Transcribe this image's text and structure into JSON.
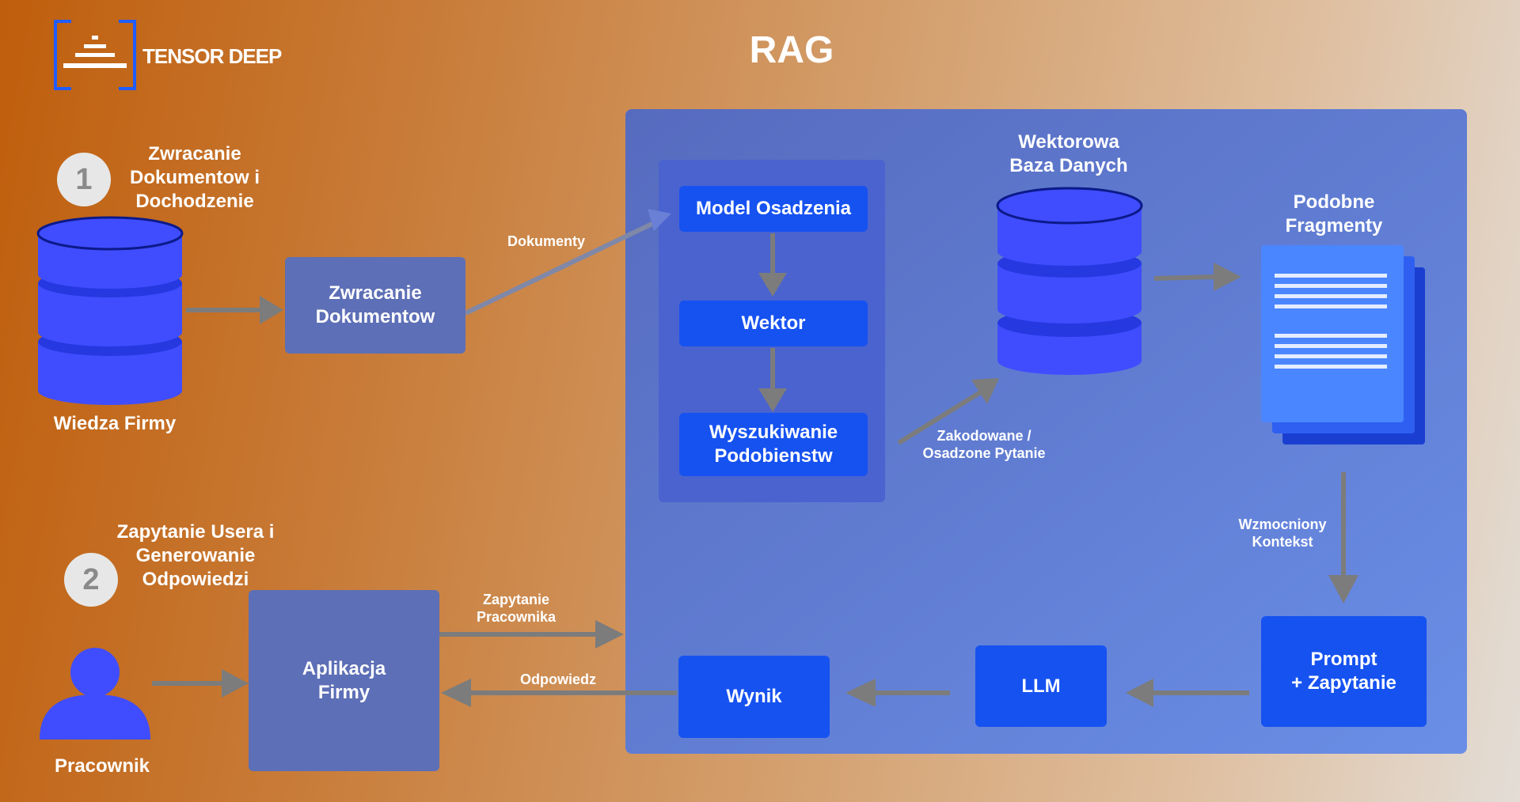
{
  "brand": {
    "name": "TENSOR DEEP"
  },
  "title": "RAG",
  "step1": {
    "number": "1",
    "lines": [
      "Zwracanie",
      "Dokumentow i",
      "Dochodzenie"
    ]
  },
  "step2": {
    "number": "2",
    "lines": [
      "Zapytanie Usera i",
      "Generowanie",
      "Odpowiedzi"
    ]
  },
  "knowledge": {
    "label": "Wiedza Firmy"
  },
  "retrieval_box": {
    "lines": [
      "Zwracanie",
      "Dokumentow"
    ]
  },
  "documents_label": "Dokumenty",
  "pipeline": {
    "embed_model": "Model Osadzenia",
    "vector": "Wektor",
    "similarity": [
      "Wyszukiwanie",
      "Podobienstw"
    ]
  },
  "vector_db": {
    "lines": [
      "Wektorowa",
      "Baza Danych"
    ]
  },
  "encoded_label": [
    "Zakodowane /",
    "Osadzone Pytanie"
  ],
  "similar_fragments": {
    "lines": [
      "Podobne",
      "Fragmenty"
    ]
  },
  "enhanced_context": [
    "Wzmocniony",
    "Kontekst"
  ],
  "prompt_box": [
    "Prompt",
    "+ Zapytanie"
  ],
  "llm": "LLM",
  "result": "Wynik",
  "app_box": [
    "Aplikacja",
    "Firmy"
  ],
  "employee_query": [
    "Zapytanie",
    "Pracownika"
  ],
  "answer_label": "Odpowiedz",
  "employee": {
    "label": "Pracownik"
  },
  "colors": {
    "panel": "#5b74c8",
    "blue_button": "#1652f0",
    "db_blue": "#3d4bff",
    "grey_box": "#5d6fb6",
    "arrow": "#7c7c7c"
  }
}
